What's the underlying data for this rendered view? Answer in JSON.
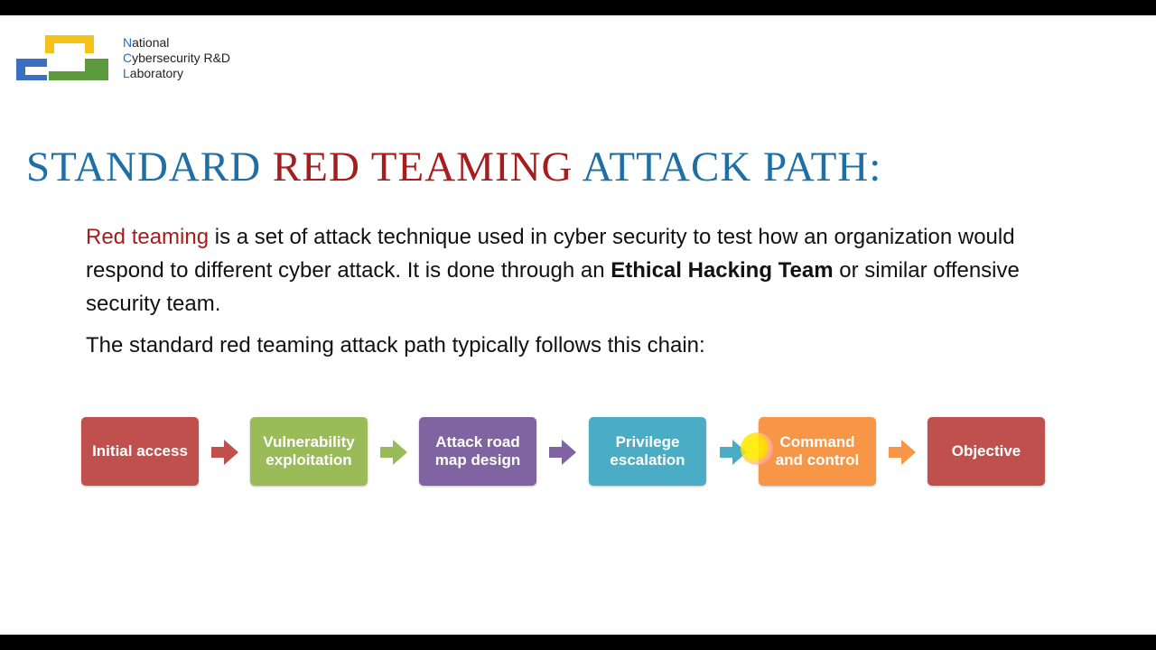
{
  "logo": {
    "lines": [
      {
        "initial": "N",
        "rest": "ational"
      },
      {
        "initial": "C",
        "rest": "ybersecurity R&D"
      },
      {
        "initial": "L",
        "rest": "aboratory"
      }
    ],
    "colors": {
      "yellow": "#f5c21a",
      "blue": "#3a6fc4",
      "green": "#5a9a3c"
    }
  },
  "title": {
    "part1": "STANDARD ",
    "part2_red": "RED TEAMING",
    "part3": " ATTACK PATH:"
  },
  "paragraph1": {
    "red_lead": "Red teaming",
    "text_a": " is a set of attack technique used in cyber security to test how an organization would respond to different cyber attack. It is done through an ",
    "bold": "Ethical Hacking Team",
    "text_b": " or similar offensive security team."
  },
  "paragraph2": "The standard red teaming attack path typically follows this chain:",
  "chain": [
    {
      "label": "Initial access",
      "color": "#c0504d"
    },
    {
      "label": "Vulnerability\nexploitation",
      "color": "#9bbb59"
    },
    {
      "label": "Attack  road\nmap design",
      "color": "#8064a2"
    },
    {
      "label": "Privilege\nescalation",
      "color": "#4bacc6"
    },
    {
      "label": "Command\nand control",
      "color": "#f79646"
    },
    {
      "label": "Objective",
      "color": "#c0504d"
    }
  ],
  "colors": {
    "title_blue": "#1d6fa5",
    "title_red": "#a51d1d"
  }
}
